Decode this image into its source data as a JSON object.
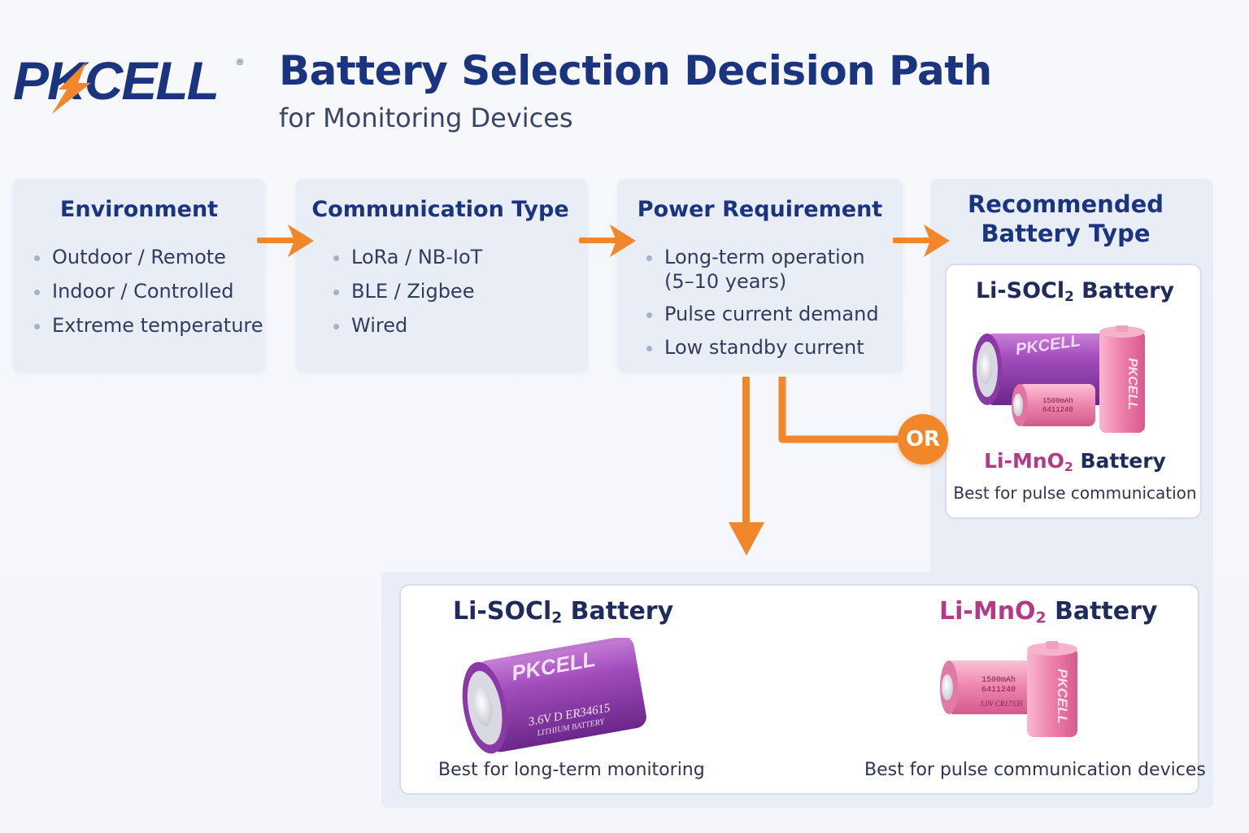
{
  "logo": {
    "text": "PKCELL",
    "mark": "®",
    "bolt_color": "#f2862a",
    "brand_color": "#1a3480"
  },
  "header": {
    "title": "Battery Selection Decision Path",
    "subtitle": "for Monitoring Devices"
  },
  "steps": [
    {
      "title": "Environment",
      "items": [
        "Outdoor / Remote",
        "Indoor / Controlled",
        "Extreme temperature"
      ]
    },
    {
      "title": "Communication Type",
      "items": [
        "LoRa / NB-IoT",
        "BLE / Zigbee",
        "Wired"
      ]
    },
    {
      "title": "Power Requirement",
      "items": [
        "Long-term operation",
        "(5–10 years)",
        "Pulse current demand",
        "Low standby current"
      ]
    }
  ],
  "recommendation": {
    "title_line1": "Recommended",
    "title_line2": "Battery Type",
    "primary": {
      "name_prefix": "Li-SOCl",
      "name_sub": "2",
      "name_suffix": " Battery"
    },
    "secondary": {
      "name_prefix": "Li-MnO",
      "name_sub": "2",
      "name_suffix": " Battery",
      "caption": "Best for pulse communication"
    },
    "or_label": "OR"
  },
  "results": {
    "left": {
      "name_prefix": "Li-SOCl",
      "name_sub": "2",
      "name_suffix": " Battery",
      "caption": "Best for long-term monitoring"
    },
    "right": {
      "name_prefix": "Li-MnO",
      "name_sub": "2",
      "name_suffix": " Battery",
      "caption": "Best for pulse communication devices"
    }
  },
  "battery_labels": {
    "brand": "PKCELL",
    "big_model": "3.6V  D ER34615",
    "big_sub": "LITHIUM BATTERY",
    "small_line1": "1500mAh",
    "small_line2": "6411240",
    "small_line3": "3.0V  CR17335"
  },
  "colors": {
    "arrow": "#f2862a",
    "title": "#1a3480",
    "magenta": "#b23a86",
    "purple_cell": "#9a44b0",
    "pink_cell": "#e8609a"
  }
}
